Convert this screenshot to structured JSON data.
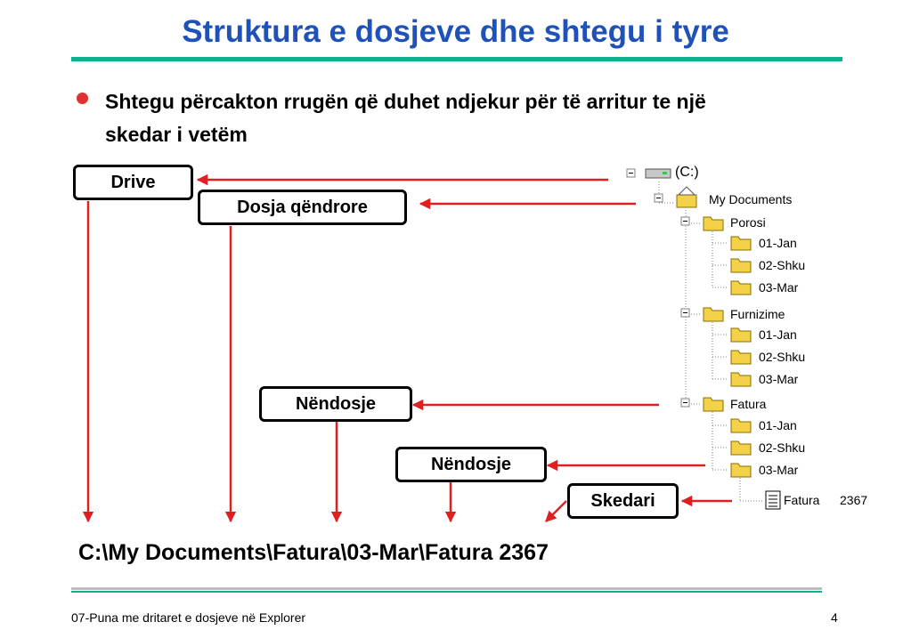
{
  "title": "Struktura e dosjeve dhe shtegu i tyre",
  "bullet": "Shtegu përcakton rrugën që duhet ndjekur për të arritur te një skedar i vetëm",
  "labels": {
    "drive": "Drive",
    "root_folder": "Dosja qëndrore",
    "subfolder_1": "Nëndosje",
    "subfolder_2": "Nëndosje",
    "file": "Skedari"
  },
  "tree": {
    "drive": "(C:)",
    "documents": "My Documents",
    "folder_1": "Porosi",
    "folder_1_items": [
      "01-Jan",
      "02-Shku",
      "03-Mar"
    ],
    "folder_2": "Furnizime",
    "folder_2_items": [
      "01-Jan",
      "02-Shku",
      "03-Mar"
    ],
    "folder_3": "Fatura",
    "folder_3_items": [
      "01-Jan",
      "02-Shku",
      "03-Mar"
    ],
    "file_name": "Fatura",
    "file_number": "2367"
  },
  "path": "C:\\My Documents\\Fatura\\03-Mar\\Fatura 2367",
  "footer": {
    "left": "07-Puna me dritaret e dosjeve në Explorer",
    "page": "4"
  },
  "colors": {
    "title": "#1f52b8",
    "accent_rule": "#0db08c",
    "arrow": "#e02020",
    "bullet": "#e03030",
    "folder": "#f3d24a"
  }
}
